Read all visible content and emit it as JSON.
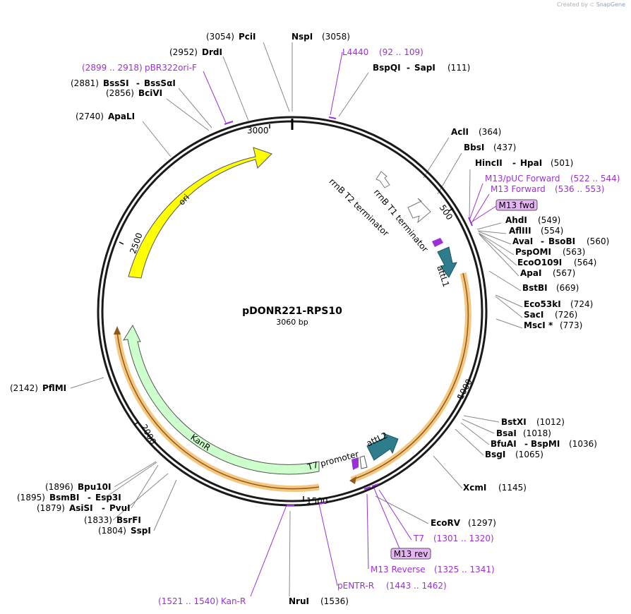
{
  "credit": {
    "prefix": "Created by",
    "brand": "SnapGene"
  },
  "center": {
    "name": "pDONR221-RPS10",
    "size": "3060 bp"
  },
  "ticks": [
    "500",
    "1000",
    "1500",
    "2000",
    "2500",
    "3000"
  ],
  "features": {
    "ori": "ori",
    "kanr": "KanR",
    "attl1": "attL1",
    "attl2": "attL2",
    "t7_promoter": "T7 promoter",
    "rrnb_t1": "rrnB T1 terminator",
    "rrnb_t2": "rrnB T2 terminator"
  },
  "enzymes": [
    {
      "name": "PciI",
      "pos": "(3054)"
    },
    {
      "name": "NspI",
      "pos": "(3058)"
    },
    {
      "name": "DrdI",
      "pos": "(2952)"
    },
    {
      "name": "BspQI",
      "name2": "SapI",
      "pos": "(111)"
    },
    {
      "name": "BssSI",
      "name2": "BssSαI",
      "pos": "(2881)"
    },
    {
      "name": "BciVI",
      "pos": "(2856)"
    },
    {
      "name": "ApaLI",
      "pos": "(2740)"
    },
    {
      "name": "AclI",
      "pos": "(364)"
    },
    {
      "name": "BbsI",
      "pos": "(437)"
    },
    {
      "name": "HincII",
      "name2": "HpaI",
      "pos": "(501)"
    },
    {
      "name": "AhdI",
      "pos": "(549)"
    },
    {
      "name": "AflIII",
      "pos": "(554)"
    },
    {
      "name": "AvaI",
      "name2": "BsoBI",
      "pos": "(560)"
    },
    {
      "name": "PspOMI",
      "pos": "(563)"
    },
    {
      "name": "EcoO109I",
      "pos": "(564)"
    },
    {
      "name": "ApaI",
      "pos": "(567)"
    },
    {
      "name": "BstBI",
      "pos": "(669)"
    },
    {
      "name": "Eco53kI",
      "pos": "(724)"
    },
    {
      "name": "SacI",
      "pos": "(726)"
    },
    {
      "name": "MscI",
      "star": "*",
      "pos": "(773)"
    },
    {
      "name": "PflMI",
      "pos": "(2142)"
    },
    {
      "name": "BstXI",
      "pos": "(1012)"
    },
    {
      "name": "BsaI",
      "pos": "(1018)"
    },
    {
      "name": "BfuAI",
      "name2": "BspMI",
      "pos": "(1036)"
    },
    {
      "name": "BsgI",
      "pos": "(1065)"
    },
    {
      "name": "XcmI",
      "pos": "(1145)"
    },
    {
      "name": "Bpu10I",
      "pos": "(1896)"
    },
    {
      "name": "BsmBI",
      "name2": "Esp3I",
      "pos": "(1895)"
    },
    {
      "name": "AsiSI",
      "name2": "PvuI",
      "pos": "(1879)"
    },
    {
      "name": "BsrFI",
      "pos": "(1833)"
    },
    {
      "name": "SspI",
      "pos": "(1804)"
    },
    {
      "name": "EcoRV",
      "pos": "(1297)"
    },
    {
      "name": "NruI",
      "pos": "(1536)"
    }
  ],
  "primers": [
    {
      "name": "L4440",
      "range": "(92 .. 109)"
    },
    {
      "name": "pBR322ori-F",
      "range": "(2899 .. 2918)"
    },
    {
      "name": "M13/pUC Forward",
      "range": "(522 .. 544)"
    },
    {
      "name": "M13 Forward",
      "range": "(536 .. 553)"
    },
    {
      "name": "T7",
      "range": "(1301 .. 1320)"
    },
    {
      "name": "M13 Reverse",
      "range": "(1325 .. 1341)"
    },
    {
      "name": "pENTR-R",
      "range": "(1443 .. 1462)"
    },
    {
      "name": "Kan-R",
      "range": "(1521 .. 1540)"
    }
  ],
  "badges": {
    "m13_fwd": "M13 fwd",
    "m13_rev": "M13 rev"
  },
  "colors": {
    "backbone": "#1a1a1a",
    "ori": "#ffff00",
    "kanr": "#ccffcc",
    "att": "#2e7d8c",
    "primer": "#9b30d9",
    "highlight": "#f5c77e",
    "badge_fill": "#e6b3f5"
  }
}
